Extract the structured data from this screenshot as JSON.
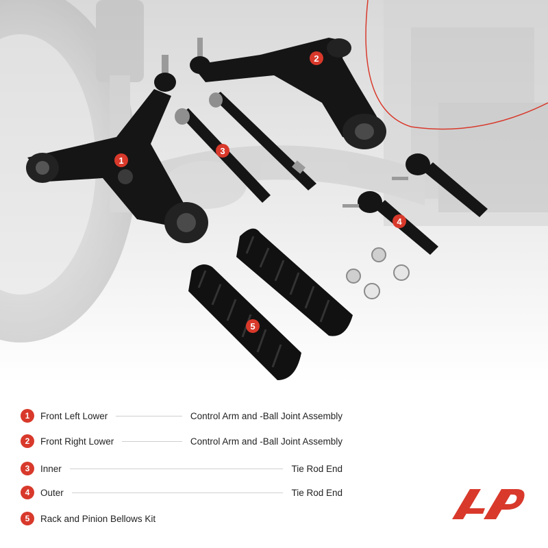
{
  "colors": {
    "accent": "#d8392b",
    "text": "#222222",
    "rule": "#cfcfcf",
    "part_black": "#151515"
  },
  "callouts": [
    "1",
    "2",
    "3",
    "4",
    "5"
  ],
  "legend": [
    {
      "num": "1",
      "label": "Front Left Lower",
      "desc": "Control Arm and -Ball Joint Assembly"
    },
    {
      "num": "2",
      "label": "Front Right Lower",
      "desc": "Control Arm and -Ball Joint Assembly"
    },
    {
      "num": "3",
      "label": "Inner",
      "desc": "Tie Rod End"
    },
    {
      "num": "4",
      "label": "Outer",
      "desc": "Tie Rod End"
    },
    {
      "num": "5",
      "label": "Rack and Pinion Bellows Kit",
      "desc": ""
    }
  ],
  "logo": {
    "icon": "ap-brand-logo"
  }
}
